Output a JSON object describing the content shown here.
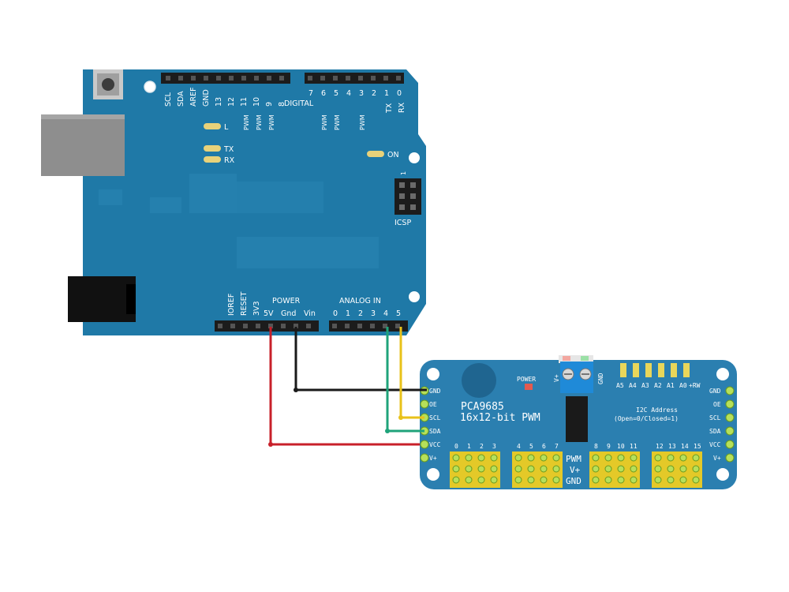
{
  "arduino": {
    "top_pins_left": [
      "SCL",
      "SDA",
      "AREF",
      "GND",
      "13",
      "12",
      "11",
      "10",
      "9",
      "8"
    ],
    "top_pins_right": [
      "7",
      "6",
      "5",
      "4",
      "3",
      "2",
      "1",
      "0"
    ],
    "tx_rx": [
      "TX",
      "RX"
    ],
    "pwm_marks": [
      "PWM",
      "PWM",
      "PWM",
      "PWM",
      "PWM",
      "PWM"
    ],
    "digital_label": "DIGITAL",
    "led_l": "L",
    "led_tx": "TX",
    "led_rx": "RX",
    "led_on": "ON",
    "icsp_label": "ICSP",
    "icsp_pin1": "1",
    "power_label": "POWER",
    "power_pins": [
      "IOREF",
      "RESET",
      "3V3",
      "5V",
      "Gnd",
      "Vin"
    ],
    "analog_label": "ANALOG IN",
    "analog_pins": [
      "0",
      "1",
      "2",
      "3",
      "4",
      "5"
    ]
  },
  "pca": {
    "chip_name": "PCA9685",
    "chip_desc": "16x12-bit PWM",
    "power_led_label": "POWER",
    "terminal_labels": [
      "V+",
      "GND"
    ],
    "address_jumpers": [
      "A5",
      "A4",
      "A3",
      "A2",
      "A1",
      "A0",
      "+RW"
    ],
    "i2c_title": "I2C Address",
    "i2c_desc": "(Open=0/Closed=1)",
    "left_pins": [
      "GND",
      "OE",
      "SCL",
      "SDA",
      "VCC",
      "V+"
    ],
    "right_pins": [
      "GND",
      "OE",
      "SCL",
      "SDA",
      "VCC",
      "V+"
    ],
    "channels": [
      "0",
      "1",
      "2",
      "3",
      "4",
      "5",
      "6",
      "7",
      "8",
      "9",
      "10",
      "11",
      "12",
      "13",
      "14",
      "15"
    ],
    "pwm_col_labels": [
      "PWM",
      "V+",
      "GND"
    ]
  },
  "colors": {
    "arduino_board": "#1f79a7",
    "pca_board": "#2b7fb0",
    "wire_5v": "#c8202a",
    "wire_gnd": "#1a1a1a",
    "wire_scl": "#e8c21a",
    "wire_sda": "#1fa37a"
  }
}
